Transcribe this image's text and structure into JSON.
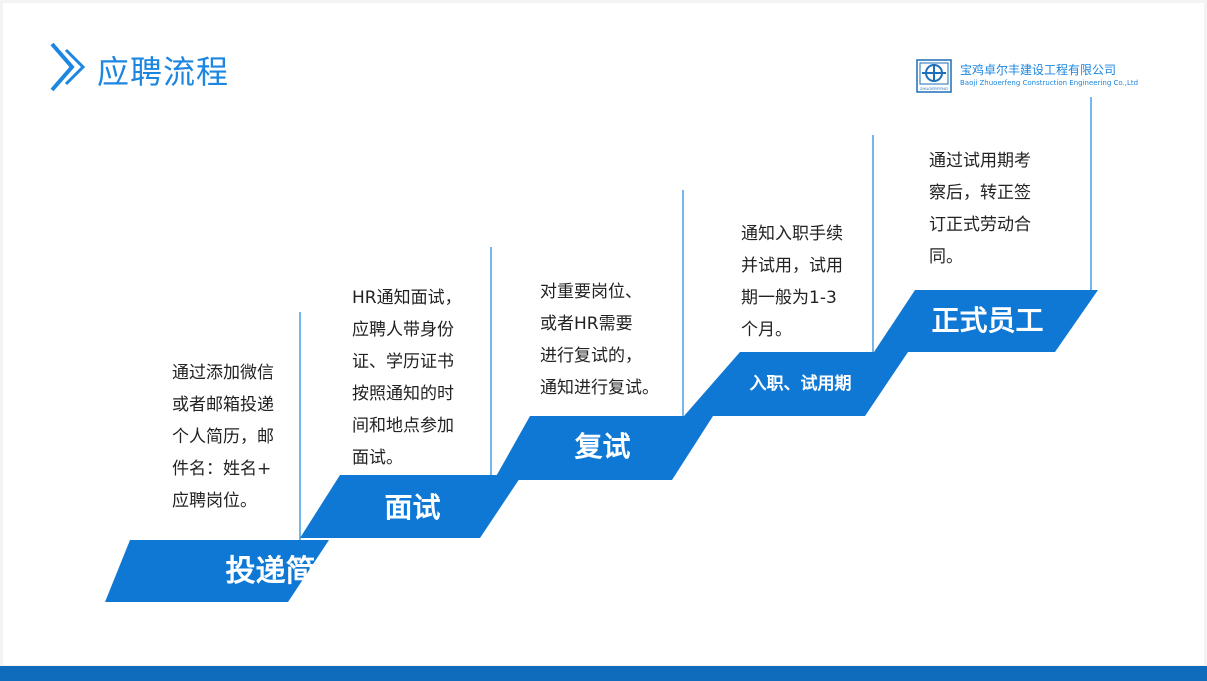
{
  "header": {
    "title": "应聘流程"
  },
  "company": {
    "name_cn": "宝鸡卓尔丰建设工程有限公司",
    "name_en": "Baoji Zhuoerfeng Construction Engineering Co.,Ltd",
    "logo_text": "ZHUOERFENG"
  },
  "colors": {
    "accent": "#1c86e0",
    "step": "#0f78d4",
    "bottom_bar": "#0f6cbd"
  },
  "steps": [
    {
      "label": "投递简历",
      "desc": [
        "通过添加微信",
        "或者邮箱投递",
        "个人简历，邮",
        "件名：姓名+",
        "应聘岗位。"
      ]
    },
    {
      "label": "面试",
      "desc": [
        "HR通知面试，",
        "应聘人带身份",
        "证、学历证书",
        "按照通知的时",
        "间和地点参加",
        "面试。"
      ]
    },
    {
      "label": "复试",
      "desc": [
        "对重要岗位、",
        "或者HR需要",
        "进行复试的，",
        "通知进行复试。"
      ]
    },
    {
      "label": "入职、试用期",
      "desc": [
        "通知入职手续",
        "并试用，试用",
        "期一般为1-3",
        "个月。"
      ]
    },
    {
      "label": "正式员工",
      "desc": [
        "通过试用期考",
        "察后，转正签",
        "订正式劳动合",
        "同。"
      ]
    }
  ]
}
